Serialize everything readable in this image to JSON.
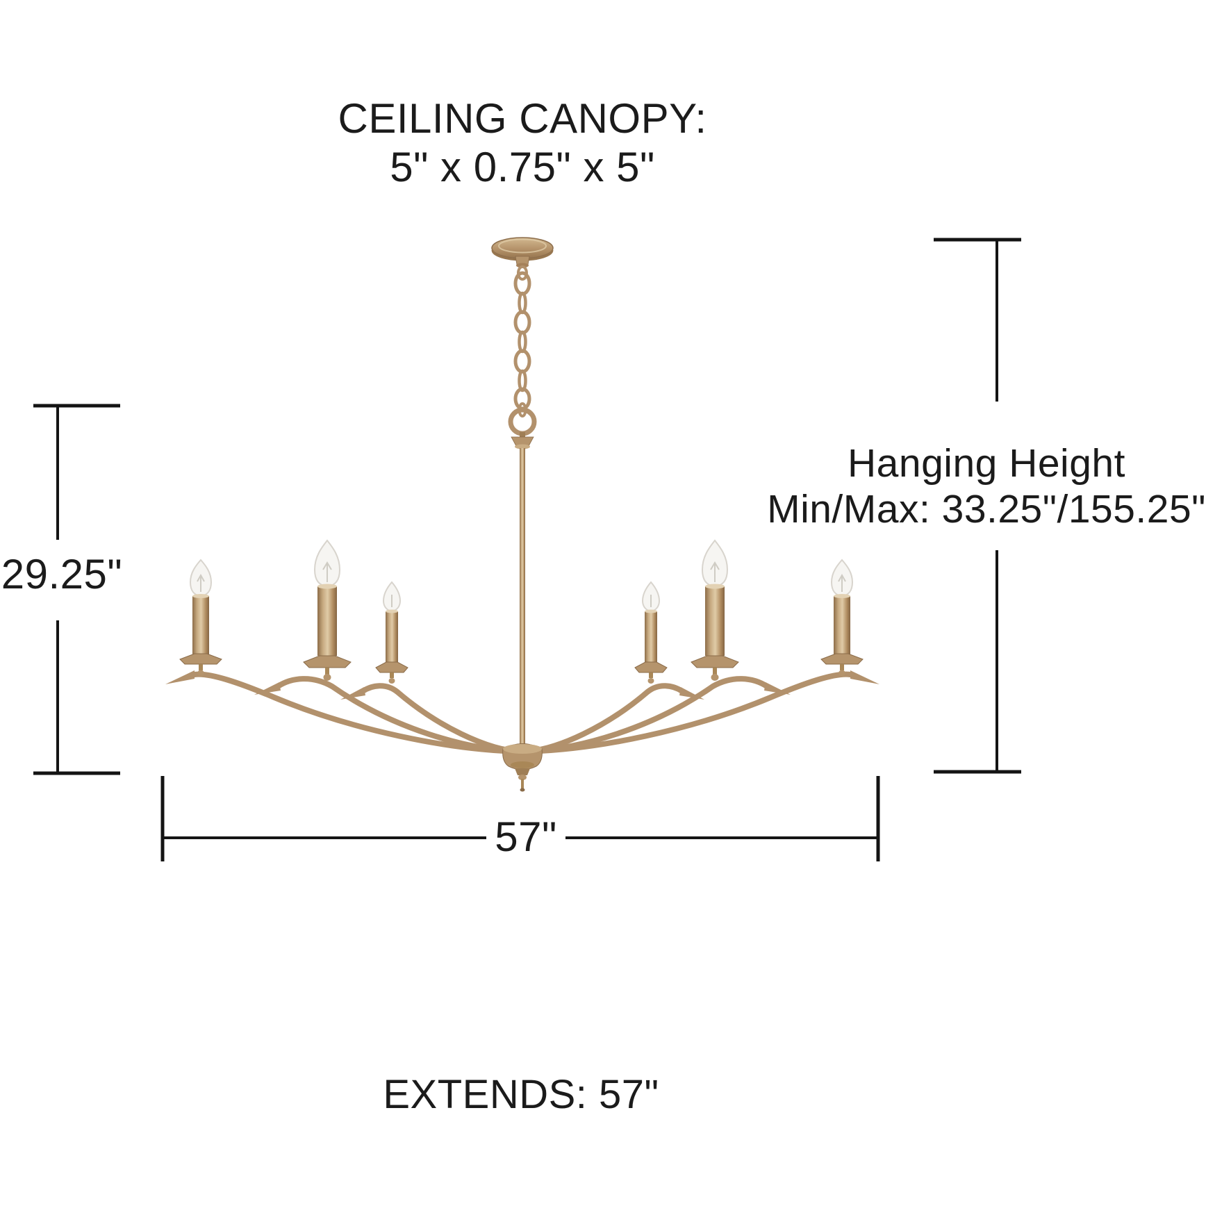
{
  "diagram": {
    "kind": "chandelier-dimension-diagram",
    "labels": {
      "canopy": {
        "line1": "CEILING CANOPY:",
        "line2": "5\" x 0.75\" x 5\""
      },
      "hanging_height": {
        "line1": "Hanging Height",
        "line2": "Min/Max: 33.25\"/155.25\""
      },
      "fixture_height": "29.25\"",
      "fixture_width": "57\"",
      "extends": "EXTENDS: 57\""
    },
    "fixture": {
      "light_count": 6
    },
    "colors": {
      "background": "#ffffff",
      "text": "#1b1b1b",
      "dimension_line": "#141414",
      "brass": "#b3906a",
      "brass_dark": "#8a6b49",
      "brass_light": "#d2bb97",
      "bulb_glass": "#f6f5f2",
      "bulb_outline": "#d8d4cd"
    }
  }
}
